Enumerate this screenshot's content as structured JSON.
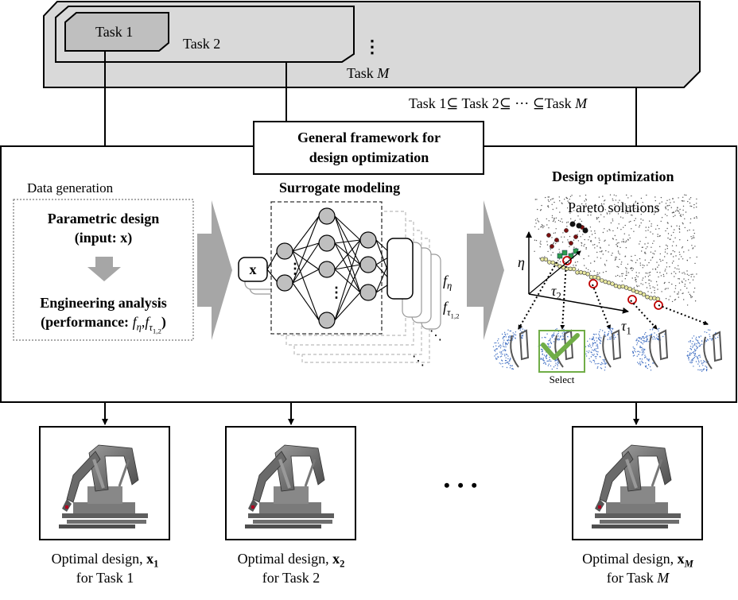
{
  "tasks": {
    "task1": "Task 1",
    "task2": "Task 2",
    "dots": "⋮",
    "taskM": "Task",
    "taskM_var": "M",
    "inclusion_part1": "Task 1⊆ Task 2⊆ ⋯ ⊆Task",
    "inclusion_var": "M"
  },
  "framework": {
    "title_line1": "General framework for",
    "title_line2": "design optimization"
  },
  "data_generation": {
    "heading": "Data generation",
    "param_line1": "Parametric design",
    "param_line2": "(input: x)",
    "eng_line1": "Engineering analysis",
    "eng_line2_prefix": "(performance: ",
    "f_symbol": "f",
    "eta": "η",
    "tau": "τ",
    "tau_sub": "1,2",
    "comma": ",",
    "close": ")"
  },
  "surrogate": {
    "heading": "Surrogate modeling",
    "input_label": "x",
    "vdots": "⋮",
    "out_f": "f",
    "out_eta": "η",
    "out_tau": "τ",
    "out_tau_sub": "1,2",
    "stack_dots": "⋱"
  },
  "optimization": {
    "heading": "Design optimization",
    "pareto_label": "Pareto solutions",
    "axis_eta": "η",
    "axis_tau2": "τ",
    "axis_tau2_sub": "2",
    "axis_tau1": "τ",
    "axis_tau1_sub": "1",
    "select_label": "Select"
  },
  "outputs": {
    "ellipsis": "• • •",
    "design_prefix": "Optimal design, ",
    "x_symbol": "x",
    "out1_sub": "1",
    "out1_line2": "for Task 1",
    "out2_sub": "2",
    "out2_line2": "for Task 2",
    "outM_sub": "M",
    "outM_line2_prefix": "for Task ",
    "outM_line2_var": "M"
  },
  "colors": {
    "task_box_fill": "#d9d9d9",
    "task1_fill": "#bfbfbf",
    "arrow_gray": "#a6a6a6",
    "node_fill": "#bfbfbf",
    "pareto_red": "#c00000",
    "select_green": "#70ad47",
    "scatter_blue": "#4472c4"
  }
}
